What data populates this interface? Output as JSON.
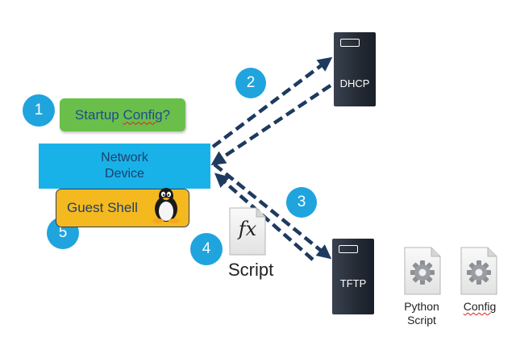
{
  "steps": [
    "1",
    "2",
    "3",
    "4",
    "5"
  ],
  "startup_config": {
    "text_before": "Startup ",
    "text_misspelled": "Config",
    "text_after": "?"
  },
  "network_device": {
    "line1": "Network",
    "line2": "Device"
  },
  "guest_shell": {
    "label": "Guest Shell"
  },
  "dhcp_server": {
    "label": "DHCP"
  },
  "tftp_server": {
    "label": "TFTP"
  },
  "function_icon": {
    "glyph": "fx",
    "caption": "Script"
  },
  "python_script": {
    "line1": "Python",
    "line2": "Script"
  },
  "config_file": {
    "label": "Config"
  },
  "colors": {
    "step_circle": "#1fa4de",
    "startup_box": "#6abf4b",
    "network_box": "#18b2e8",
    "guest_box": "#f4b91f",
    "arrow": "#1e3a5f",
    "server": "#232a34"
  },
  "icons": {
    "tux": "linux-penguin-icon",
    "gear": "gear-icon",
    "server": "server-icon",
    "function": "function-icon"
  }
}
